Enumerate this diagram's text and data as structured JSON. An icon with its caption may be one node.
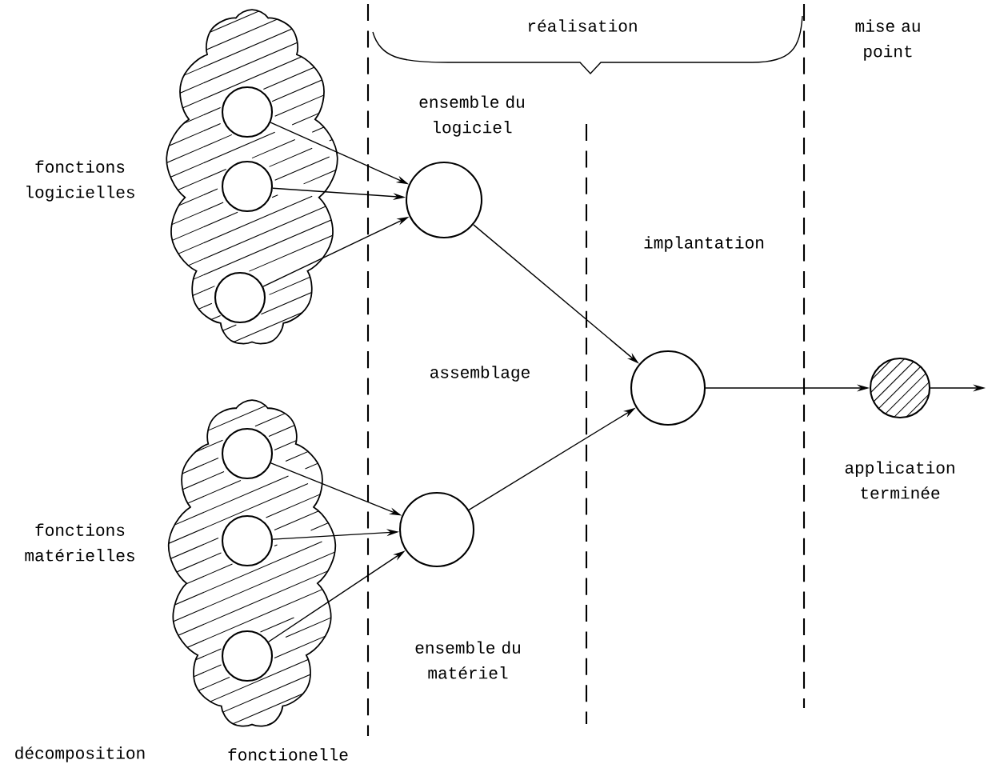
{
  "diagram": {
    "nodes": [
      {
        "text": [],
        "shape": "cloud",
        "beside": [
          "fonctions logicielles"
        ]
      },
      {
        "text": [],
        "shape": "circle",
        "in": 0
      },
      {
        "text": [],
        "shape": "circle",
        "in": 0
      },
      {
        "text": [],
        "shape": "circle",
        "in": 0
      },
      {
        "text": [],
        "shape": "cloud",
        "beside": [
          "fonctions matérielles"
        ]
      },
      {
        "text": [],
        "shape": "circle",
        "in": 4
      },
      {
        "text": [],
        "shape": "circle",
        "in": 4
      },
      {
        "text": [],
        "shape": "circle",
        "in": 4
      },
      {
        "text": [
          "ensemble du logiciel"
        ]
      },
      {
        "text": [
          "ensemble du matériel"
        ]
      },
      {
        "text": [],
        "shape": "circle"
      },
      {
        "text": [
          "application terminée"
        ]
      }
    ],
    "edges": [
      {
        "from": 1,
        "to": 8,
        "arrow": "to"
      },
      {
        "from": 2,
        "to": 8,
        "arrow": "to"
      },
      {
        "from": 3,
        "to": 8,
        "arrow": "to"
      },
      {
        "from": 5,
        "to": 9,
        "arrow": "to"
      },
      {
        "from": 6,
        "to": 9,
        "arrow": "to"
      },
      {
        "from": 7,
        "to": 9,
        "arrow": "to"
      },
      {
        "from": 8,
        "to": 10,
        "arrow": "to"
      },
      {
        "from": 9,
        "to": 10,
        "arrow": "to"
      },
      {
        "from": 10,
        "to": 11,
        "arrow": "to"
      },
      {
        "from": 11,
        "to": null,
        "arrow": "to"
      }
    ],
    "labels": [
      "réalisation",
      "mise au point",
      "implantation",
      "assemblage",
      "décomposition",
      "fonctionelle"
    ]
  }
}
